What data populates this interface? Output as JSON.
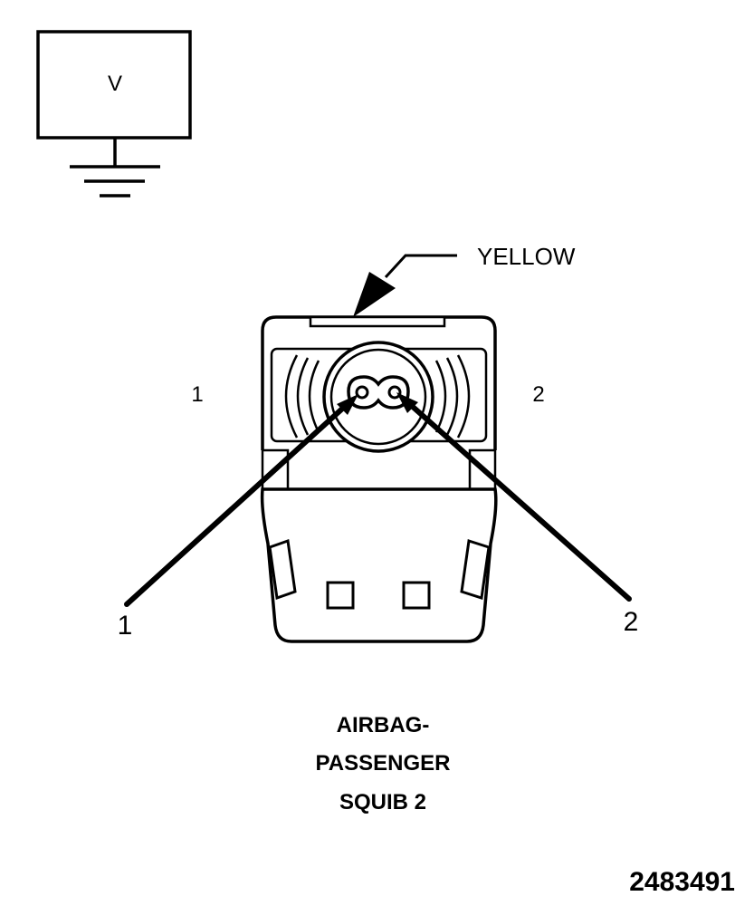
{
  "meter": {
    "label": "V",
    "icon": "voltmeter-icon"
  },
  "ground": {
    "icon": "ground-icon"
  },
  "connector": {
    "color_label": "YELLOW",
    "cavity_labels": [
      "1",
      "2"
    ],
    "terminal_labels": [
      "1",
      "2"
    ]
  },
  "caption": {
    "lines": [
      "AIRBAG-",
      "PASSENGER",
      "SQUIB 2"
    ]
  },
  "figure_number": "2483491"
}
